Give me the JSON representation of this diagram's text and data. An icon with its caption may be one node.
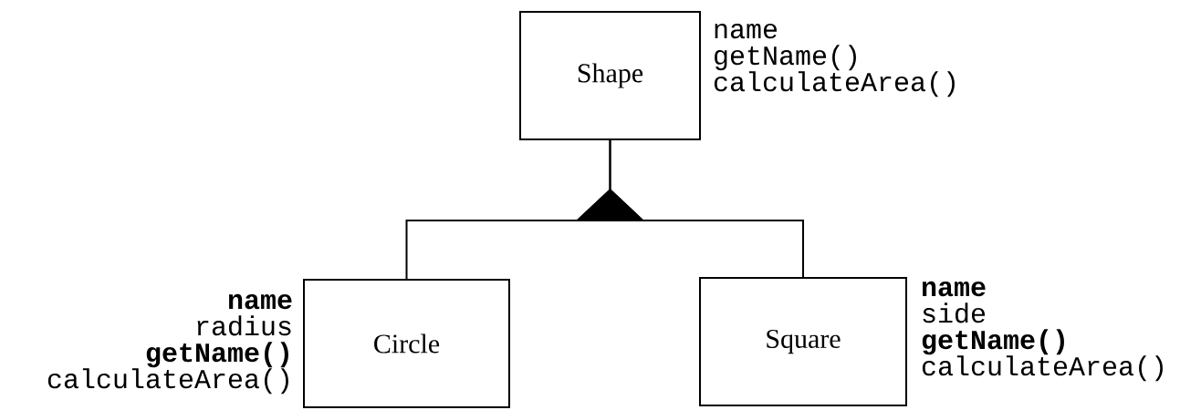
{
  "diagram": {
    "nodes": [
      {
        "text": [
          "Shape"
        ],
        "beside": [
          "name",
          "getName()",
          "calculateArea()"
        ]
      },
      {
        "text": [
          "Circle"
        ],
        "beside": [
          "**name**",
          "radius",
          "**getName()**",
          "calculateArea()"
        ]
      },
      {
        "text": [
          "Square"
        ],
        "beside": [
          "**name**",
          "side",
          "**getName()**",
          "calculateArea()"
        ]
      }
    ],
    "edges": [
      {
        "from": 1,
        "to": 0,
        "arrow": "to"
      },
      {
        "from": 2,
        "to": 0,
        "arrow": "to"
      }
    ]
  }
}
